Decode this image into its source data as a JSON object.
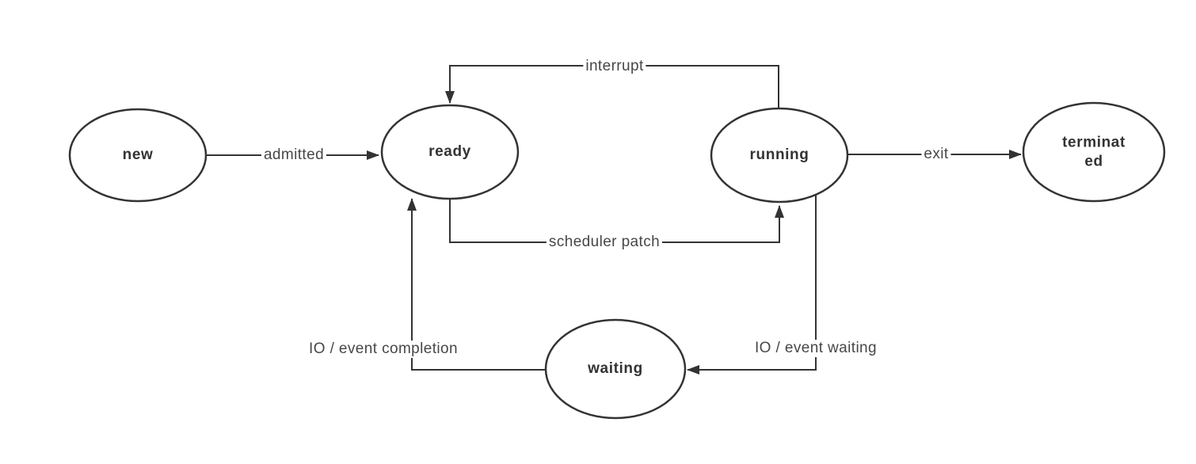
{
  "diagram": {
    "type": "state-diagram",
    "background": "#ffffff",
    "stroke_color": "#333333",
    "edge_label_color": "#474747",
    "node_label_color": "#333333"
  },
  "nodes": {
    "new": {
      "label": "new"
    },
    "ready": {
      "label": "ready"
    },
    "running": {
      "label": "running"
    },
    "terminated": {
      "label": "terminated"
    },
    "waiting": {
      "label": "waiting"
    }
  },
  "edges": {
    "admitted": {
      "label": "admitted",
      "from": "new",
      "to": "ready"
    },
    "interrupt": {
      "label": "interrupt",
      "from": "running",
      "to": "ready"
    },
    "scheduler_patch": {
      "label": "scheduler patch",
      "from": "ready",
      "to": "running"
    },
    "exit": {
      "label": "exit",
      "from": "running",
      "to": "terminated"
    },
    "io_event_waiting": {
      "label": "IO / event waiting",
      "from": "running",
      "to": "waiting"
    },
    "io_event_completion": {
      "label": "IO / event completion",
      "from": "waiting",
      "to": "ready"
    }
  }
}
